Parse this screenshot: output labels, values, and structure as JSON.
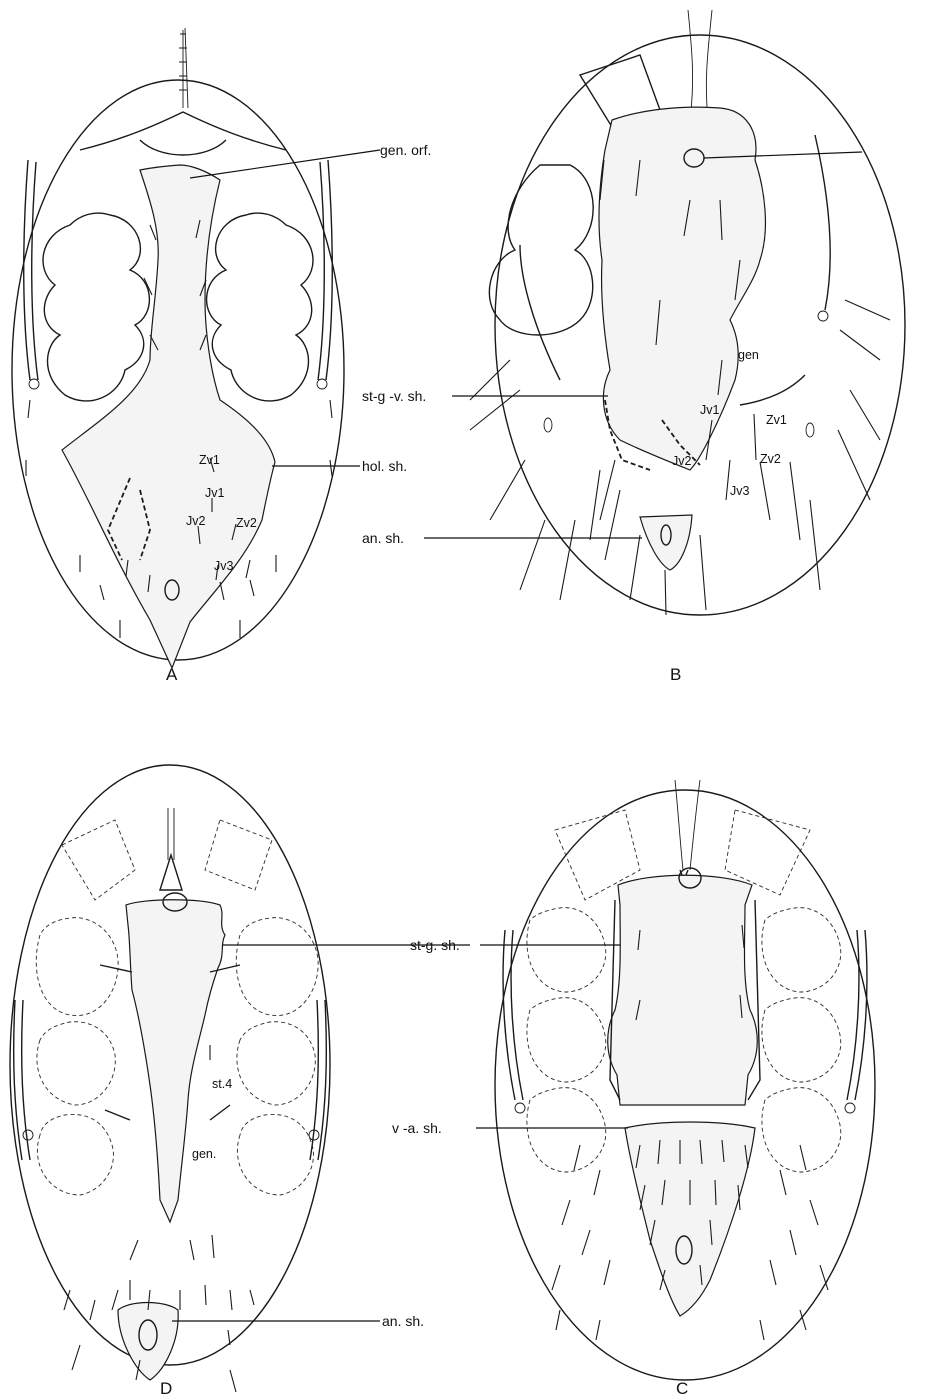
{
  "panels": {
    "a": {
      "letter": "A",
      "labels": {
        "gen_orf": "gen. orf.",
        "hol_sh": "hol. sh."
      },
      "setae": {
        "zv1": "Zv1",
        "jv1": "Jv1",
        "jv2": "Jv2",
        "zv2": "Zv2",
        "jv3": "Jv3"
      }
    },
    "b": {
      "letter": "B",
      "labels": {
        "stgv_sh": "st-g -v. sh.",
        "an_sh": "an. sh."
      },
      "setae": {
        "gen": "gen",
        "jv1": "Jv1",
        "zv1": "Zv1",
        "jv2": "Jv2",
        "zv2": "Zv2",
        "jv3": "Jv3"
      }
    },
    "c": {
      "letter": "C",
      "labels": {
        "stg_sh": "st-g. sh.",
        "va_sh": "v -a. sh."
      }
    },
    "d": {
      "letter": "D",
      "labels": {
        "an_sh": "an. sh."
      },
      "setae": {
        "st4": "st.4",
        "gen": "gen."
      }
    }
  }
}
